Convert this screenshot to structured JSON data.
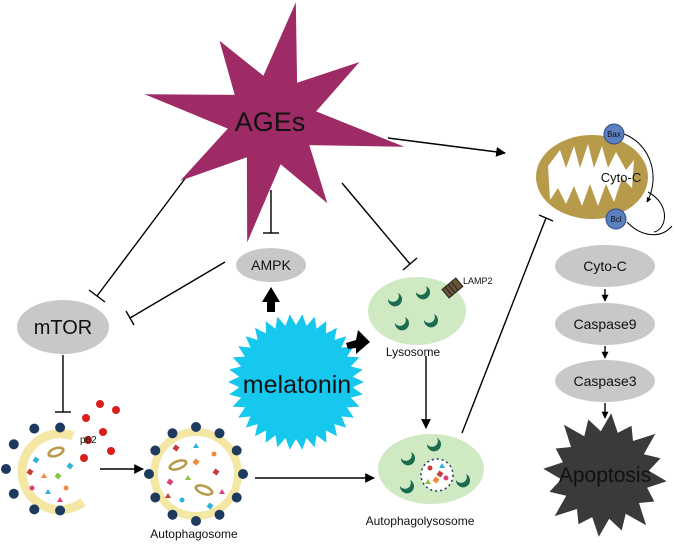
{
  "labels": {
    "ages": "AGEs",
    "ampk": "AMPK",
    "mtor": "mTOR",
    "melatonin": "melatonin",
    "lysosome": "Lysosome",
    "lamp2": "LAMP2",
    "p62": "p62",
    "autophagosome": "Autophagosome",
    "autophagolysosome": "Autophagolysosome",
    "bax": "Bax",
    "bcl": "Bcl",
    "mito_cytoc": "Cyto-C",
    "cytoc": "Cyto-C",
    "caspase9": "Caspase9",
    "caspase3": "Caspase3",
    "apoptosis": "Apoptosis"
  },
  "colors": {
    "ages_star": "#9e2a66",
    "melatonin_burst": "#16c8ee",
    "apoptosis_burst": "#3a3a3a",
    "node_gray": "#c8c8c8",
    "lysosome_green": "#cfe9c3",
    "mito_outer": "#b79a4a",
    "protein_blue": "#5b7fbf",
    "vesicle_ring": "#f4e7a4",
    "dot_navy": "#1e3a5f",
    "p62_red": "#d81e1e"
  },
  "icons": [
    "mitochondrion-icon",
    "lysosome-icon",
    "autophagosome-icon",
    "autophagolysosome-icon",
    "lamp2-protein-icon"
  ]
}
